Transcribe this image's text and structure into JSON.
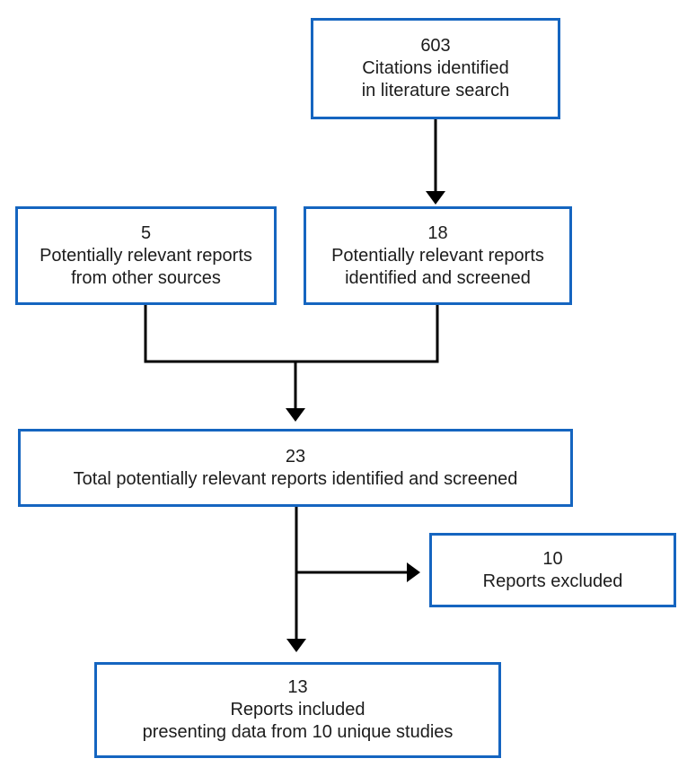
{
  "diagram": {
    "type": "flowchart",
    "description": "Literature search study selection flow diagram"
  },
  "colors": {
    "box_border": "#1565c0",
    "box_background": "#ffffff",
    "connector": "#000000",
    "text": "#1c1c1c",
    "canvas_background": "#ffffff"
  },
  "nodes": [
    {
      "id": "citations-identified",
      "count": "603",
      "lines": [
        "603",
        "Citations identified",
        "in literature search"
      ]
    },
    {
      "id": "other-sources",
      "count": "5",
      "lines": [
        "5",
        "Potentially relevant reports",
        "from other sources"
      ]
    },
    {
      "id": "identified-screened",
      "count": "18",
      "lines": [
        "18",
        "Potentially relevant reports",
        "identified and screened"
      ]
    },
    {
      "id": "total-screened",
      "count": "23",
      "lines": [
        "23",
        "Total potentially relevant reports identified and screened"
      ]
    },
    {
      "id": "reports-excluded",
      "count": "10",
      "lines": [
        "10",
        "Reports excluded"
      ]
    },
    {
      "id": "reports-included",
      "count": "13",
      "lines": [
        "13",
        "Reports included",
        "presenting data from 10 unique studies"
      ]
    }
  ],
  "edges": [
    {
      "from": "citations-identified",
      "to": "identified-screened"
    },
    {
      "from": "other-sources",
      "to": "total-screened"
    },
    {
      "from": "identified-screened",
      "to": "total-screened"
    },
    {
      "from": "total-screened",
      "to": "reports-excluded"
    },
    {
      "from": "total-screened",
      "to": "reports-included"
    }
  ]
}
